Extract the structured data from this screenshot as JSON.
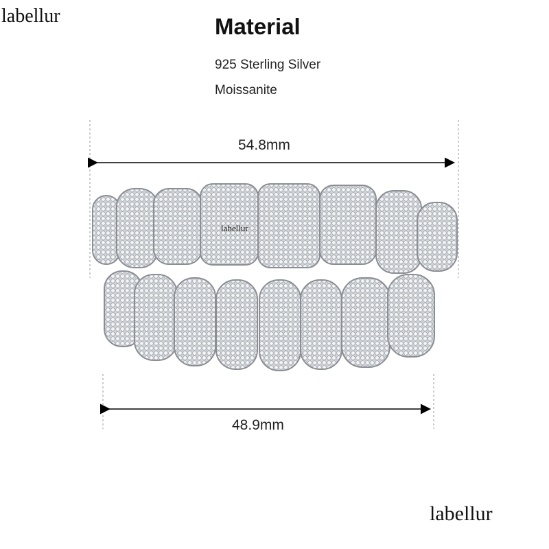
{
  "watermark": {
    "top_left": "labellur",
    "center": "labellur",
    "bottom_right": "labellur"
  },
  "material": {
    "title": "Material",
    "items": [
      "925 Sterling Silver",
      "Moissanite"
    ]
  },
  "dimensions": {
    "top_width": "54.8mm",
    "bottom_width": "48.9mm"
  }
}
